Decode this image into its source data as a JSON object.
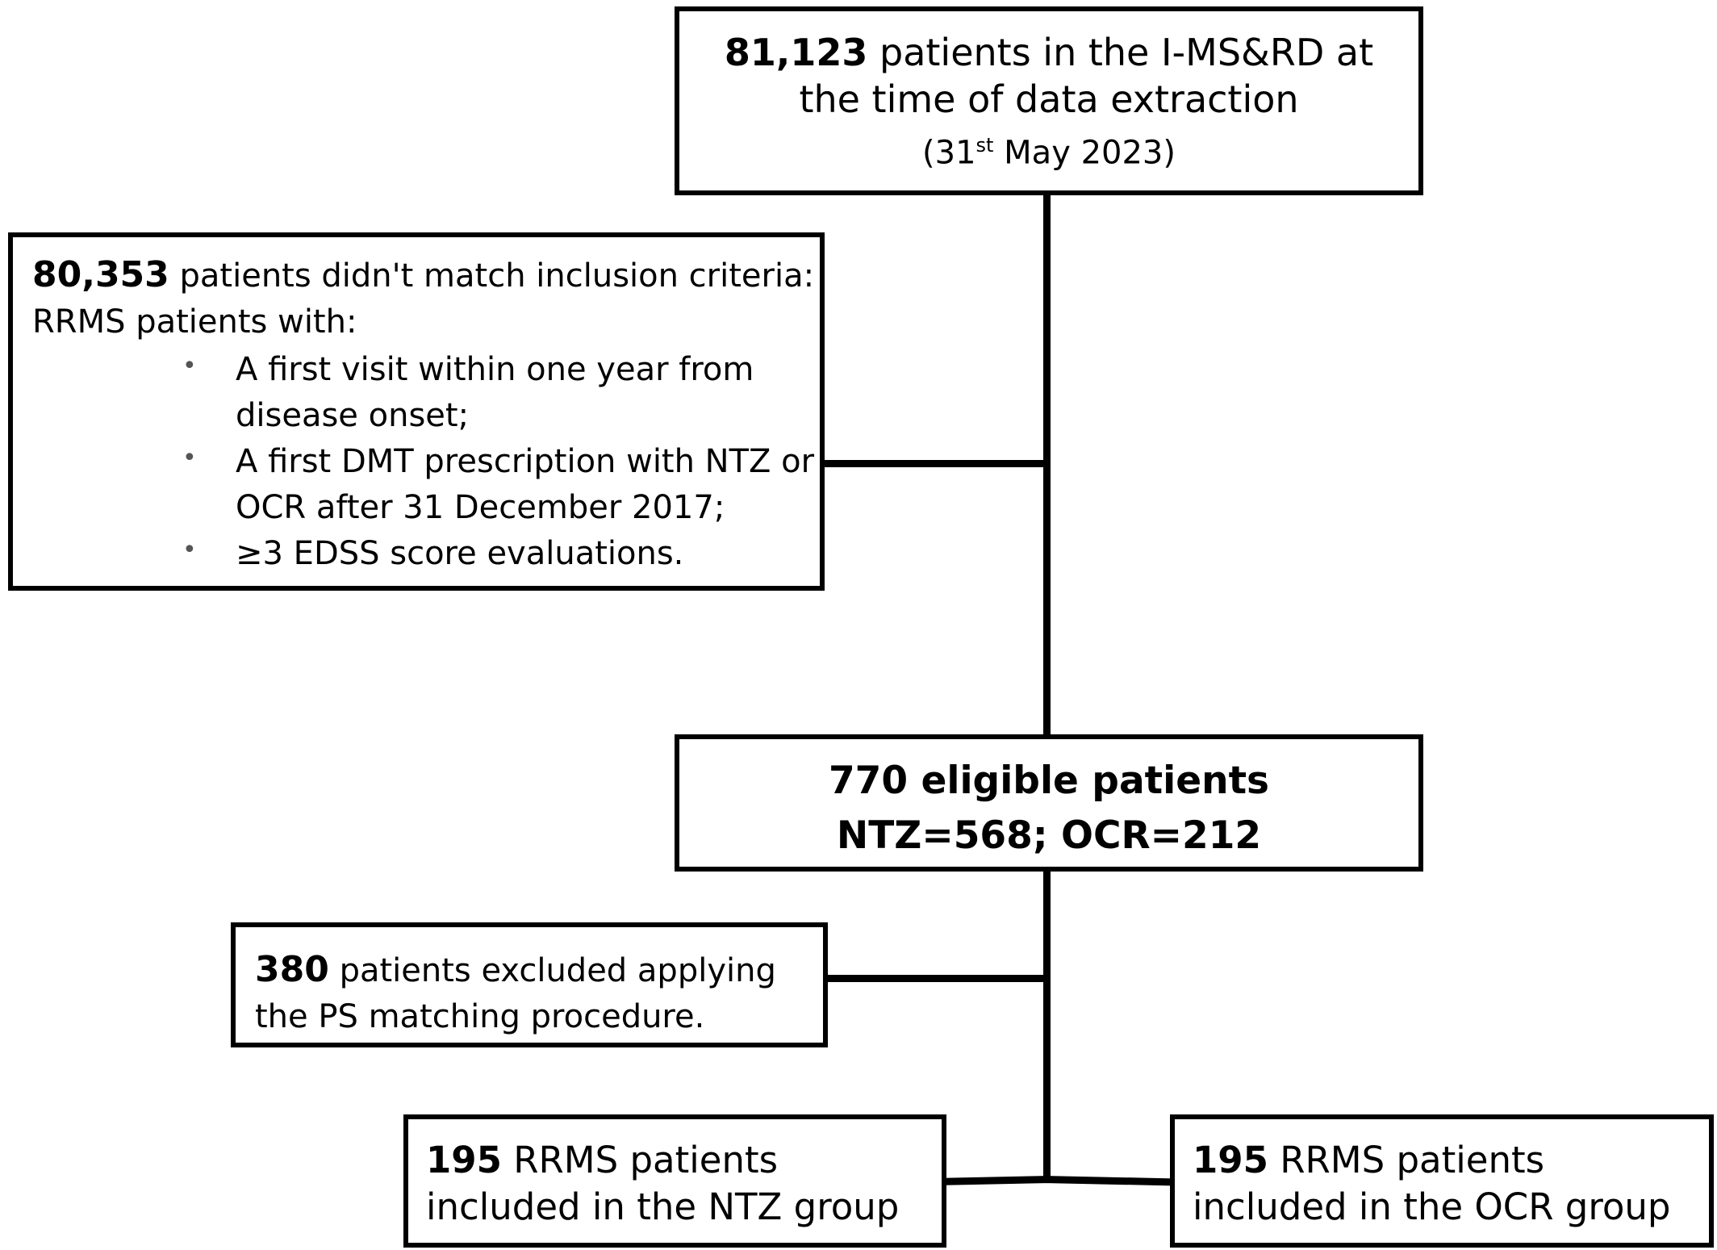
{
  "top_box": {
    "count": "81,123",
    "line1_rest": " patients in the I-MS&RD at",
    "line2": "the time of data extraction",
    "date_open": "(31",
    "date_sup": "st",
    "date_close": " May 2023)"
  },
  "exclusion_box": {
    "count": "80,353",
    "line1_rest": " patients didn't match inclusion criteria:",
    "line2": "RRMS patients with:",
    "bullet_glyph": "•",
    "criteria": [
      [
        "A first visit within one year from",
        "disease onset;"
      ],
      [
        "A first DMT prescription with NTZ or",
        "OCR after 31 December 2017;"
      ],
      [
        "≥3 EDSS score evaluations."
      ]
    ]
  },
  "eligible_box": {
    "line1": "770 eligible patients",
    "line2": "NTZ=568; OCR=212"
  },
  "ps_box": {
    "count": "380",
    "line1_rest": " patients excluded applying",
    "line2": "the PS matching procedure."
  },
  "ntz_box": {
    "count": "195",
    "line1_rest": " RRMS patients",
    "line2": "included in the NTZ group"
  },
  "ocr_box": {
    "count": "195",
    "line1_rest": " RRMS patients",
    "line2": "included in the OCR group"
  }
}
